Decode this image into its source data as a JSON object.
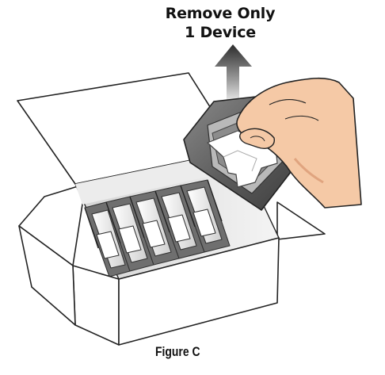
{
  "figure": {
    "instruction_line_1": "Remove Only",
    "instruction_line_2": "1 Device",
    "caption": "Figure C",
    "device_count_in_box": 5
  },
  "colors": {
    "outline": "#222222",
    "box_fill": "#ffffff",
    "box_inner_shade": "#e3e3e3",
    "tray_dark": "#6a6a6a",
    "tray_light": "#b9b9b9",
    "skin": "#f5c9a6",
    "skin_shadow": "#e6a985",
    "arrow_dark": "#3a3a3a",
    "arrow_light": "#9a9a9a"
  }
}
